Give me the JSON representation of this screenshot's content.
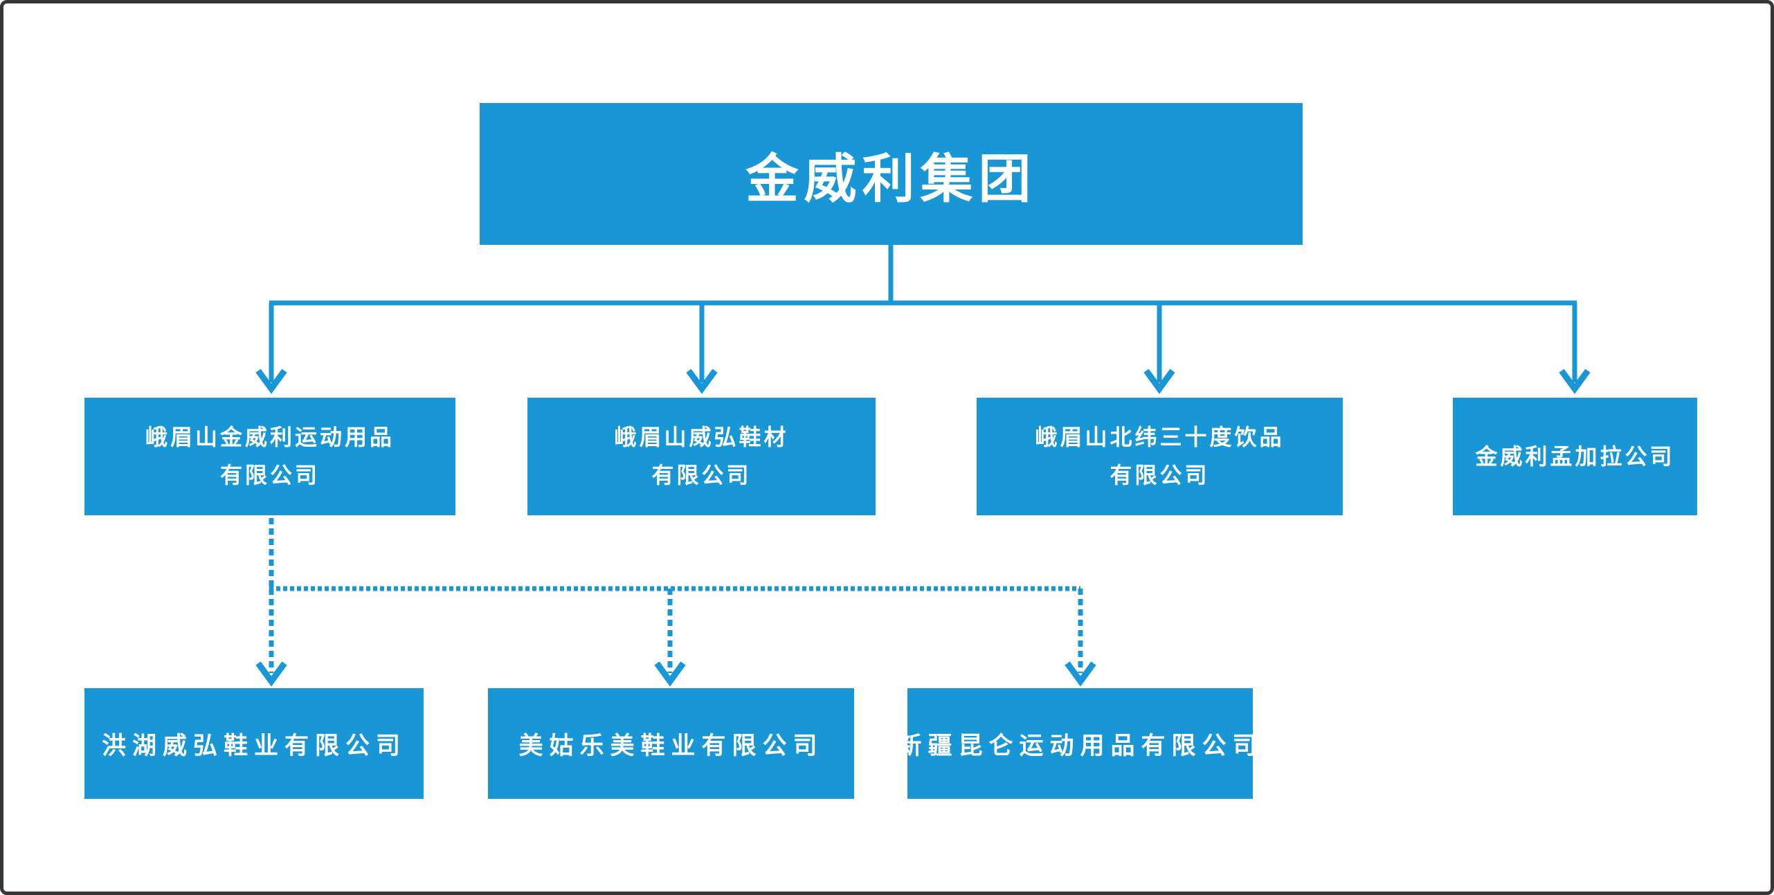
{
  "diagram": {
    "type": "org-chart",
    "colors": {
      "node_fill": "#1896d6",
      "node_text": "#ffffff",
      "connector": "#1896d6",
      "frame_border": "#3a3536",
      "background": "#ffffff"
    },
    "root": {
      "label": "金威利集团"
    },
    "level2": [
      {
        "lines": [
          "峨眉山金威利运动用品",
          "有限公司"
        ],
        "parent": "金威利集团",
        "connector_style": "solid-arrow"
      },
      {
        "lines": [
          "峨眉山威弘鞋材",
          "有限公司"
        ],
        "parent": "金威利集团",
        "connector_style": "solid-arrow"
      },
      {
        "lines": [
          "峨眉山北纬三十度饮品",
          "有限公司"
        ],
        "parent": "金威利集团",
        "connector_style": "solid-arrow"
      },
      {
        "lines": [
          "金威利孟加拉公司"
        ],
        "parent": "金威利集团",
        "connector_style": "solid-arrow"
      }
    ],
    "level3": [
      {
        "lines": [
          "洪湖威弘鞋业有限公司"
        ],
        "parent": "峨眉山金威利运动用品有限公司",
        "connector_style": "dashed-arrow"
      },
      {
        "lines": [
          "美姑乐美鞋业有限公司"
        ],
        "parent": "峨眉山金威利运动用品有限公司",
        "connector_style": "dashed-arrow"
      },
      {
        "lines": [
          "新疆昆仑运动用品有限公司"
        ],
        "parent": "峨眉山金威利运动用品有限公司",
        "connector_style": "dashed-arrow"
      }
    ]
  }
}
